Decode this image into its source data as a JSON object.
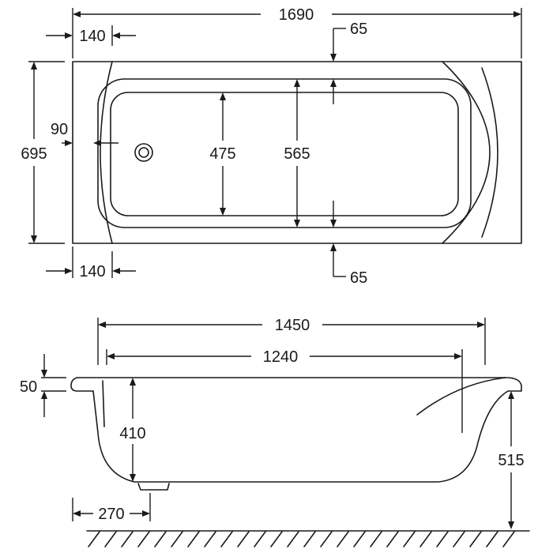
{
  "colors": {
    "line": "#1a1a1a",
    "background": "#ffffff"
  },
  "plan_view": {
    "overall_length": "1690",
    "overall_width": "695",
    "end_width_top": "140",
    "end_width_bottom": "140",
    "rim_top": "65",
    "rim_bottom": "65",
    "side_offset": "90",
    "bottom_width": "475",
    "top_inner_width": "565"
  },
  "side_view": {
    "outer_length": "1450",
    "bottom_length": "1240",
    "rim_thickness": "50",
    "depth": "410",
    "height": "515",
    "foot_offset": "270"
  },
  "icons": [
    "drain-icon",
    "floor-hatch"
  ]
}
